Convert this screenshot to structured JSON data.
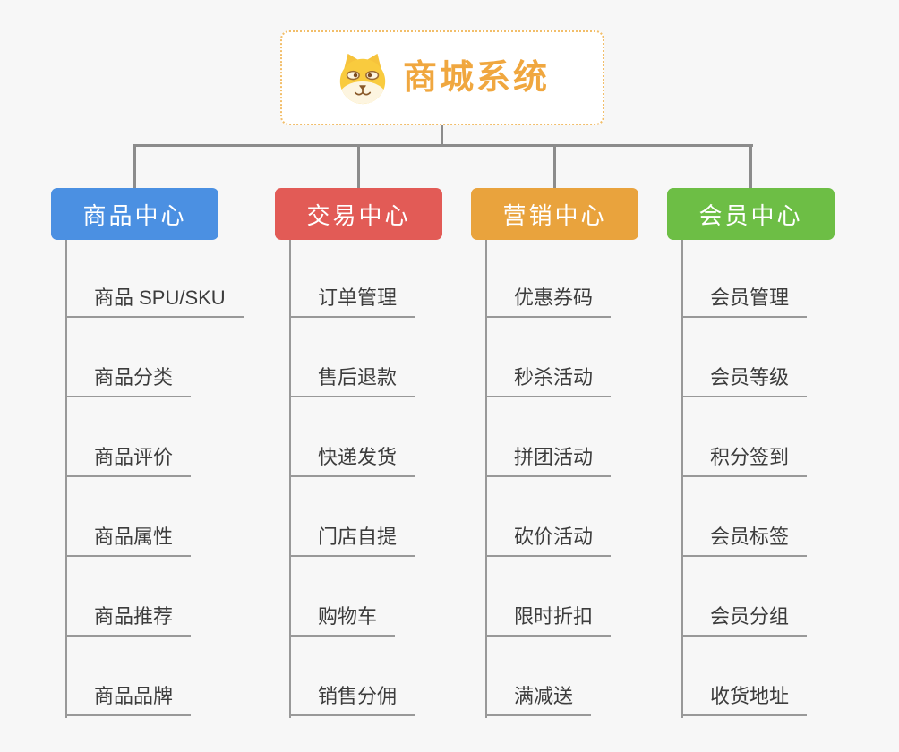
{
  "root": {
    "title": "商城系统",
    "icon": "shiba-dog-face-icon",
    "accent_color": "#F0A73F",
    "border_color": "#F2BE6A"
  },
  "branches": [
    {
      "label": "商品中心",
      "color": "#4B90E2",
      "items": [
        "商品 SPU/SKU",
        "商品分类",
        "商品评价",
        "商品属性",
        "商品推荐",
        "商品品牌"
      ]
    },
    {
      "label": "交易中心",
      "color": "#E25B56",
      "items": [
        "订单管理",
        "售后退款",
        "快递发货",
        "门店自提",
        "购物车",
        "销售分佣"
      ]
    },
    {
      "label": "营销中心",
      "color": "#E9A33D",
      "items": [
        "优惠券码",
        "秒杀活动",
        "拼团活动",
        "砍价活动",
        "限时折扣",
        "满减送"
      ]
    },
    {
      "label": "会员中心",
      "color": "#6DBE45",
      "items": [
        "会员管理",
        "会员等级",
        "积分签到",
        "会员标签",
        "会员分组",
        "收货地址"
      ]
    }
  ],
  "colors": {
    "background": "#F7F7F7",
    "connector": "#8C8C8C",
    "branch_line": "#999999",
    "item_text": "#3C3C3C"
  }
}
